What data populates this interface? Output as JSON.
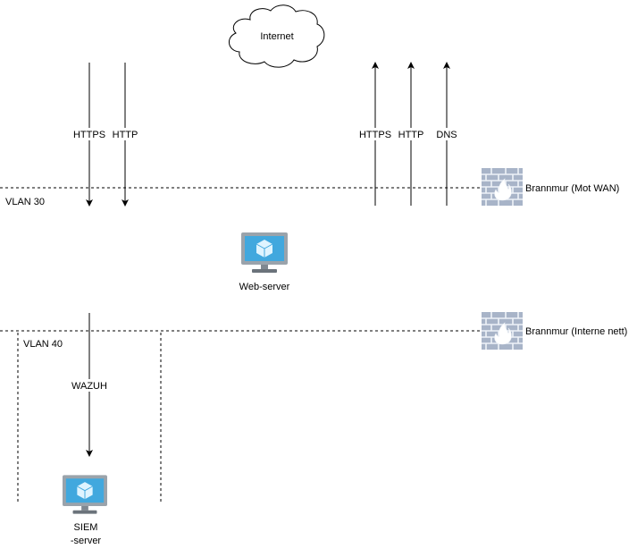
{
  "internet": {
    "label": "Internet"
  },
  "inbound_arrows": [
    {
      "label": "HTTPS"
    },
    {
      "label": "HTTP"
    }
  ],
  "outbound_arrows": [
    {
      "label": "HTTPS"
    },
    {
      "label": "HTTP"
    },
    {
      "label": "DNS"
    }
  ],
  "vlans": [
    {
      "label": "VLAN 30"
    },
    {
      "label": "VLAN 40"
    }
  ],
  "firewalls": [
    {
      "label": "Brannmur (Mot WAN)",
      "icon": "firewall-icon"
    },
    {
      "label": "Brannmur (Interne nett)",
      "icon": "firewall-icon"
    }
  ],
  "web_server": {
    "label": "Web-server",
    "icon": "server-monitor-icon"
  },
  "wazuh_arrow": {
    "label": "WAZUH"
  },
  "siem_server": {
    "label_line1": "SIEM",
    "label_line2": "-server",
    "icon": "server-monitor-icon"
  },
  "colors": {
    "stroke": "#000000",
    "firewall_brick": "#a8b4c8",
    "firewall_mortar": "#eef2f7",
    "monitor_frame": "#9aa3ab",
    "monitor_screen": "#41a8de",
    "cube": "#dff4ff"
  }
}
